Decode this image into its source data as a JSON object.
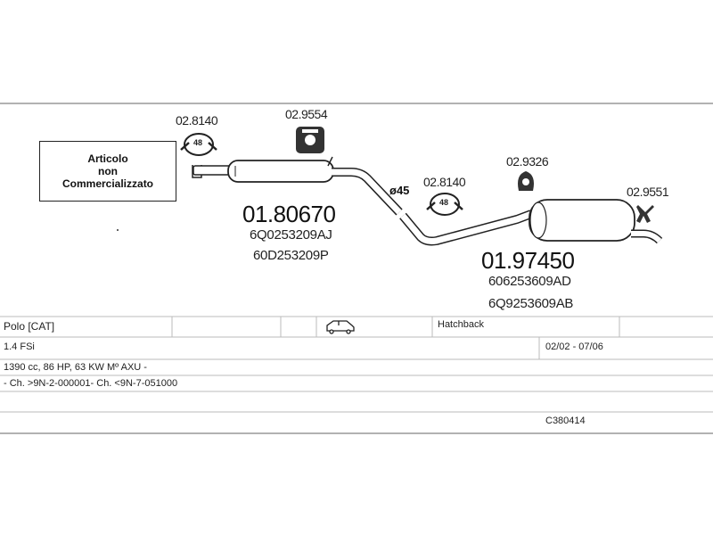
{
  "note": {
    "line1": "Articolo",
    "line2": "non",
    "line3": "Commercializzato"
  },
  "parts": {
    "clamp_front_code": "02.8140",
    "clamp_front_size": "48",
    "hanger_front_code": "02.9554",
    "front_silencer": {
      "code": "01.80670",
      "oem1": "6Q0253209AJ",
      "oem2": "60D253209P"
    },
    "pipe_diameter": "ø45",
    "clamp_mid_code": "02.8140",
    "clamp_mid_size": "48",
    "hanger_rear_code": "02.9326",
    "rear_silencer": {
      "code": "01.97450",
      "oem1": "606253609AD",
      "oem2": "6Q9253609AB"
    },
    "tail_hanger_code": "02.9551"
  },
  "vehicle": {
    "model": "Polo  [CAT]",
    "body": "Hatchback",
    "engine": "1.4 FSi",
    "period": "02/02 - 07/06",
    "specs": "1390 cc, 86 HP, 63 KW Mº AXU -",
    "chassis": "- Ch. >9N-2-000001- Ch. <9N-7-051000",
    "catalog_code": "C380414"
  },
  "icons": {
    "body_icon": "car-hatchback-icon",
    "clamp_icon": "exhaust-clamp-icon",
    "hanger_icon": "rubber-hanger-icon"
  }
}
